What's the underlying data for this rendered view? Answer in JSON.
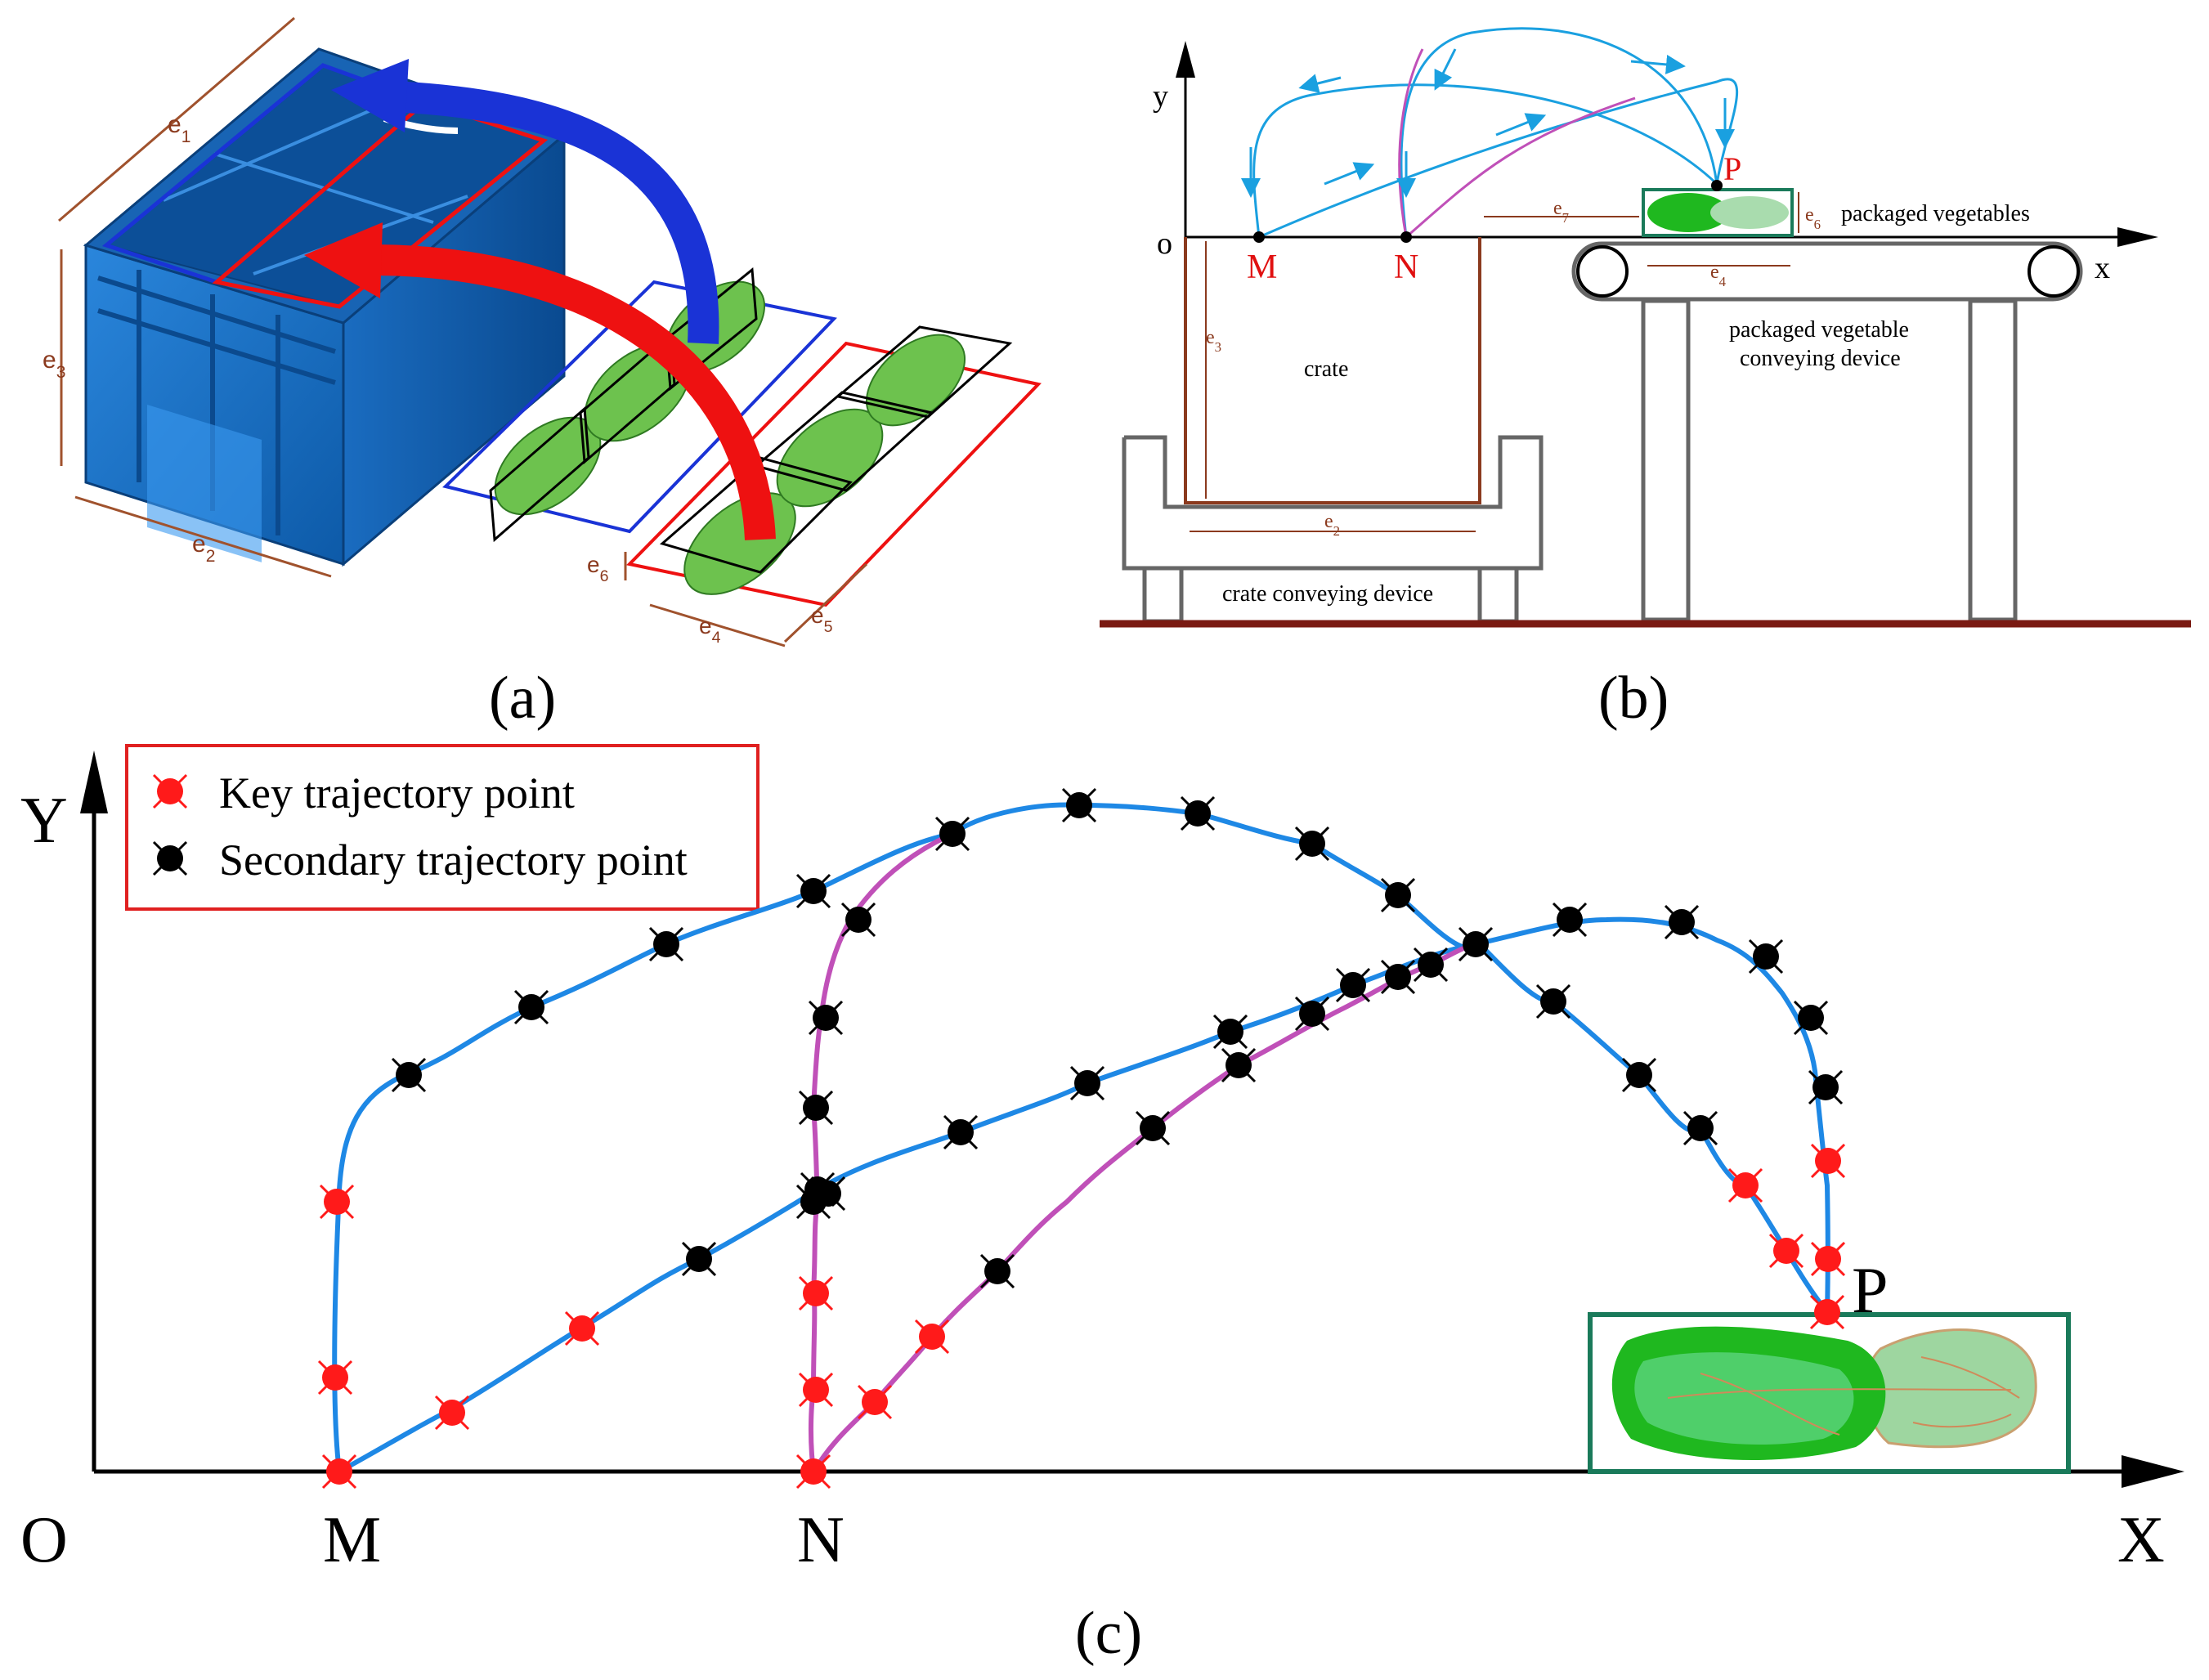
{
  "panel_a": {
    "caption": "(a)",
    "dims": {
      "e1": "e1",
      "e2": "e2",
      "e3": "e3",
      "e4": "e4",
      "e5": "e5",
      "e6": "e6"
    },
    "colors": {
      "crate": "#1e6fc4",
      "crate_dark": "#0e4f96",
      "arrow_blue": "#1a33d6",
      "arrow_red": "#ee1111",
      "dim_line": "#a0522d",
      "vegetable": "#5cb84a"
    }
  },
  "panel_b": {
    "caption": "(b)",
    "axis_y": "y",
    "axis_x": "x",
    "origin": "o",
    "point_m": "M",
    "point_n": "N",
    "point_p": "P",
    "label_crate": "crate",
    "label_crate_conveyor": "crate conveying device",
    "label_pkg_veg": "packaged vegetables",
    "label_pkg_conveyor_1": "packaged vegetable",
    "label_pkg_conveyor_2": "conveying device",
    "dims": {
      "e2": "e2",
      "e3": "e3",
      "e4": "e4",
      "e6": "e6",
      "e7": "e7"
    },
    "colors": {
      "path_blue": "#1aa0e0",
      "path_magenta": "#c050b8",
      "crate_line": "#8b3a1e",
      "frame": "#555555",
      "ground": "#7a1a12",
      "box": "#1a7a5a"
    }
  },
  "panel_c": {
    "caption": "(c)",
    "axis_y": "Y",
    "axis_x": "X",
    "origin": "O",
    "point_m": "M",
    "point_n": "N",
    "point_p": "P",
    "legend": [
      {
        "label": "Key trajectory point",
        "color": "#ff1a1a"
      },
      {
        "label": "Secondary trajectory point",
        "color": "#000000"
      }
    ],
    "colors": {
      "path_blue": "#1e88e5",
      "path_magenta": "#c050b8",
      "legend_border": "#e02020",
      "box": "#1a7a5a",
      "veg_dark": "#1fb81f",
      "veg_light": "#9ed6a0"
    }
  }
}
